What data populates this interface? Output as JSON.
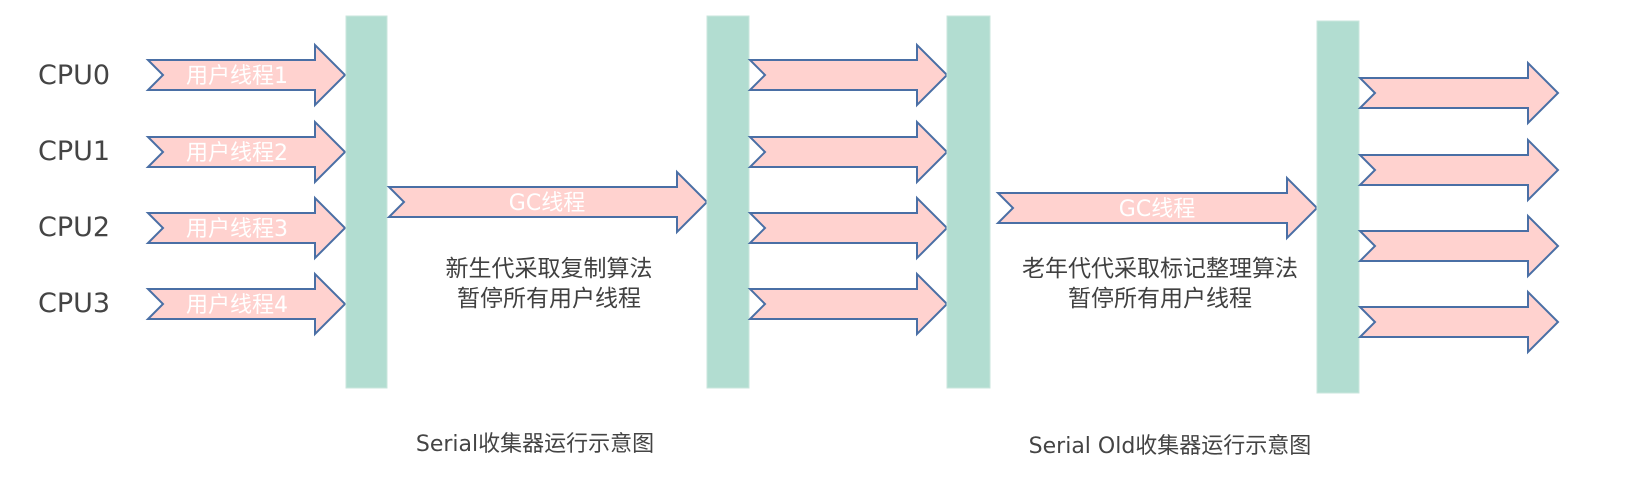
{
  "cpus": [
    "CPU0",
    "CPU1",
    "CPU2",
    "CPU3"
  ],
  "user_threads": [
    "用户线程1",
    "用户线程2",
    "用户线程3",
    "用户线程4"
  ],
  "serial": {
    "gc_label": "GC线程",
    "desc_line1": "新生代采取复制算法",
    "desc_line2": "暂停所有用户线程",
    "caption": "Serial收集器运行示意图"
  },
  "serial_old": {
    "gc_label": "GC线程",
    "desc_line1": "老年代代采取标记整理算法",
    "desc_line2": "暂停所有用户线程",
    "caption": "Serial Old收集器运行示意图"
  },
  "colors": {
    "arrow_fill": "#ffd2cf",
    "arrow_stroke": "#4a6fa5",
    "bar_fill": "#b2ddd1"
  }
}
